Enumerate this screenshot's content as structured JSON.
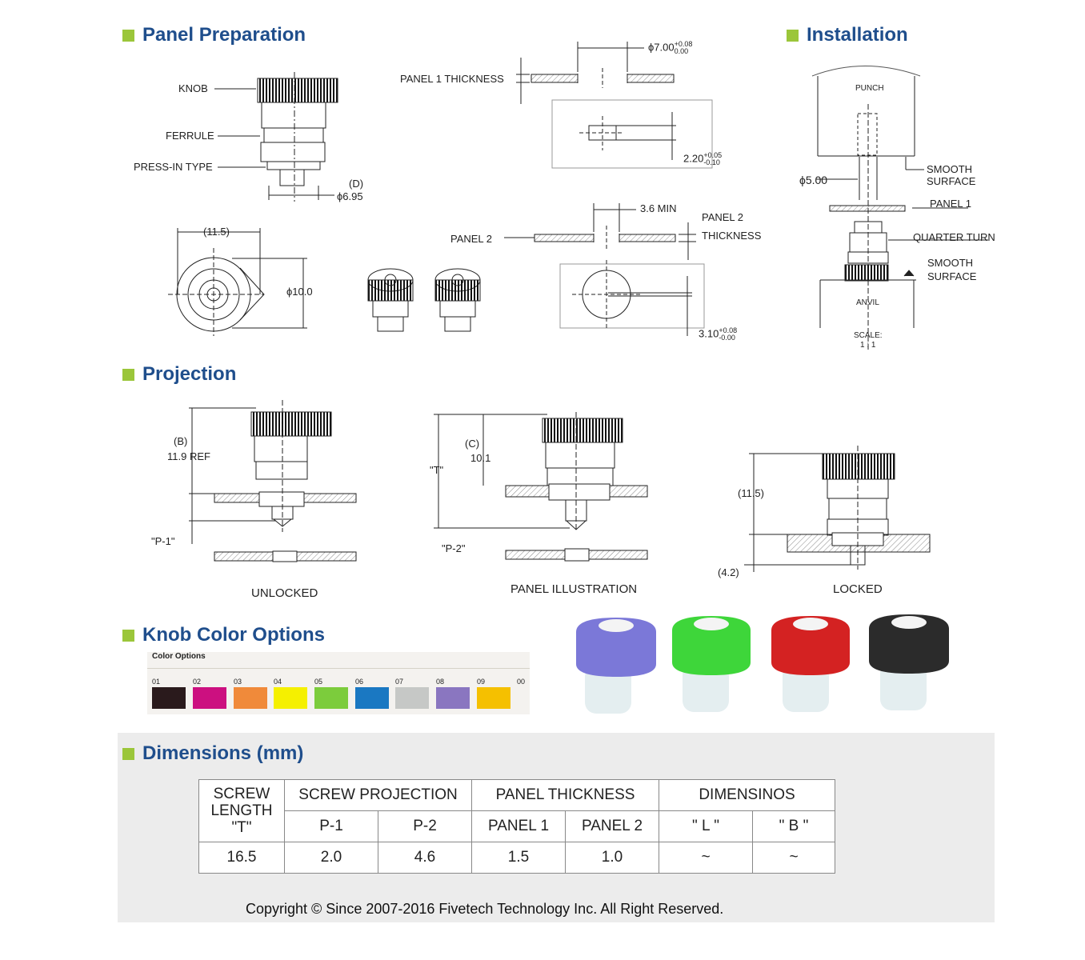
{
  "sections": {
    "panel_prep": "Panel Preparation",
    "installation": "Installation",
    "projection": "Projection",
    "knob_colors": "Knob Color Options",
    "dimensions": "Dimensions (mm)"
  },
  "panel_prep_labels": {
    "knob": "KNOB",
    "ferrule": "FERRULE",
    "press_in": "PRESS-IN TYPE",
    "d": "(D)",
    "d_val": "ϕ6.95",
    "d115": "(11.5)",
    "d10": "ϕ10.0",
    "panel1_thickness": "PANEL 1 THICKNESS",
    "hole1": "ϕ7.00",
    "hole1_tol_up": "+0.08",
    "hole1_tol_dn": "0.00",
    "slot": "2.20",
    "slot_tol_up": "+0.05",
    "slot_tol_dn": "-0.10",
    "min": "3.6 MIN",
    "panel2": "PANEL 2",
    "panel2_thick_a": "PANEL 2",
    "panel2_thick_b": "THICKNESS",
    "hole2": "3.10",
    "hole2_tol_up": "+0.08",
    "hole2_tol_dn": "-0.00"
  },
  "installation_labels": {
    "punch": "PUNCH",
    "smooth1a": "SMOOTH",
    "smooth1b": "SURFACE",
    "dia5": "ϕ5.00",
    "panel1": "PANEL 1",
    "quarter": "QUARTER TURN",
    "smooth2a": "SMOOTH",
    "smooth2b": "SURFACE",
    "anvil": "ANVIL",
    "scale_a": "SCALE:",
    "scale_b": "1 : 1"
  },
  "projection_labels": {
    "b": "(B)",
    "b_val": "11.9 REF",
    "p1": "\"P-1\"",
    "unlocked": "UNLOCKED",
    "c": "(C)",
    "c_val": "10.1",
    "t": "\"T\"",
    "p2": "\"P-2\"",
    "panel_ill": "PANEL ILLUSTRATION",
    "d115": "(11.5)",
    "d42": "(4.2)",
    "locked": "LOCKED"
  },
  "color_options": {
    "title": "Color Options",
    "swatches": [
      {
        "num": "01",
        "color": "#2a1a1c"
      },
      {
        "num": "02",
        "color": "#cc1080"
      },
      {
        "num": "03",
        "color": "#f08a3a"
      },
      {
        "num": "04",
        "color": "#f5f000"
      },
      {
        "num": "05",
        "color": "#7ccc3c"
      },
      {
        "num": "06",
        "color": "#1a78c2"
      },
      {
        "num": "07",
        "color": "#c6c8c6"
      },
      {
        "num": "08",
        "color": "#8a76c0"
      },
      {
        "num": "09",
        "color": "#f5c000"
      },
      {
        "num": "00",
        "color": null
      }
    ],
    "photo_knobs": [
      "#7b78d8",
      "#3ed63a",
      "#d42222",
      "#2b2b2b"
    ]
  },
  "table": {
    "h_screw_a": "SCREW",
    "h_screw_b": "LENGTH",
    "h_screw_c": "\"T\"",
    "h_proj": "SCREW PROJECTION",
    "h_panel": "PANEL THICKNESS",
    "h_dims": "DIMENSINOS",
    "p1": "P-1",
    "p2": "P-2",
    "panel1": "PANEL 1",
    "panel2": "PANEL 2",
    "l": "\" L \"",
    "b": "\" B \"",
    "row": [
      "16.5",
      "2.0",
      "4.6",
      "1.5",
      "1.0",
      "~",
      "~"
    ]
  },
  "copyright": "Copyright © Since 2007-2016 Fivetech Technology Inc. All Right Reserved."
}
